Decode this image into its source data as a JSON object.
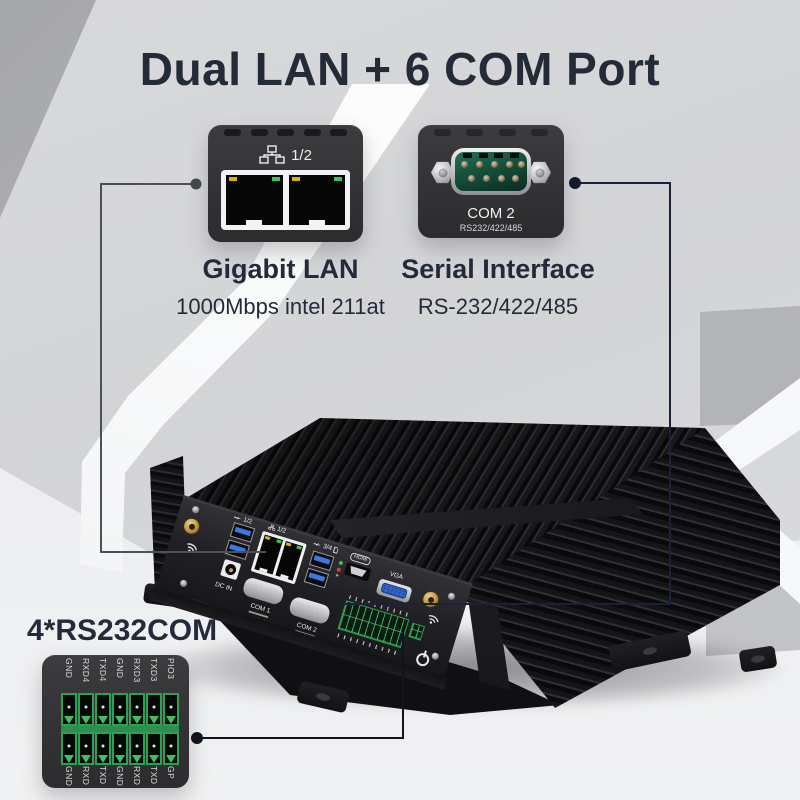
{
  "title": "Dual LAN + 6 COM Port",
  "callouts": {
    "lan": {
      "heading": "Gigabit LAN",
      "subheading": "1000Mbps intel 211at",
      "port_group_label": "1/2"
    },
    "serial": {
      "heading": "Serial Interface",
      "subheading": "RS-232/422/485",
      "port_label": "COM 2",
      "port_sublabel": "RS232/422/485"
    },
    "terminal": {
      "heading": "4*RS232COM",
      "top_pin_labels": [
        "GND",
        "RXD4",
        "TXD4",
        "GND",
        "RXD3",
        "TXD3",
        "PIO3"
      ],
      "bottom_pin_labels": [
        "GND",
        "RXD",
        "TXD",
        "GND",
        "RXD",
        "TXD",
        "GP"
      ]
    }
  },
  "device": {
    "labels": {
      "usb12": "1/2",
      "lan": "1/2",
      "usb34": "3/4",
      "hdmi": "HDMI",
      "vga": "VGA",
      "dc_in": "DC IN",
      "com1": "COM 1",
      "com2": "COM 2",
      "com_sub": "RS232/422/485"
    }
  },
  "colors": {
    "heading_text": "#232b3a",
    "leader_navy": "#1b2138",
    "leader_gray": "#4a5258",
    "card_bg": "#353537",
    "terminal_green": "#2fa053",
    "led_yellow": "#d9b10c",
    "led_green": "#3ec452",
    "usb_blue": "#3d78e0",
    "vga_blue": "#2f63c4",
    "antenna_gold": "#c9a24b"
  }
}
